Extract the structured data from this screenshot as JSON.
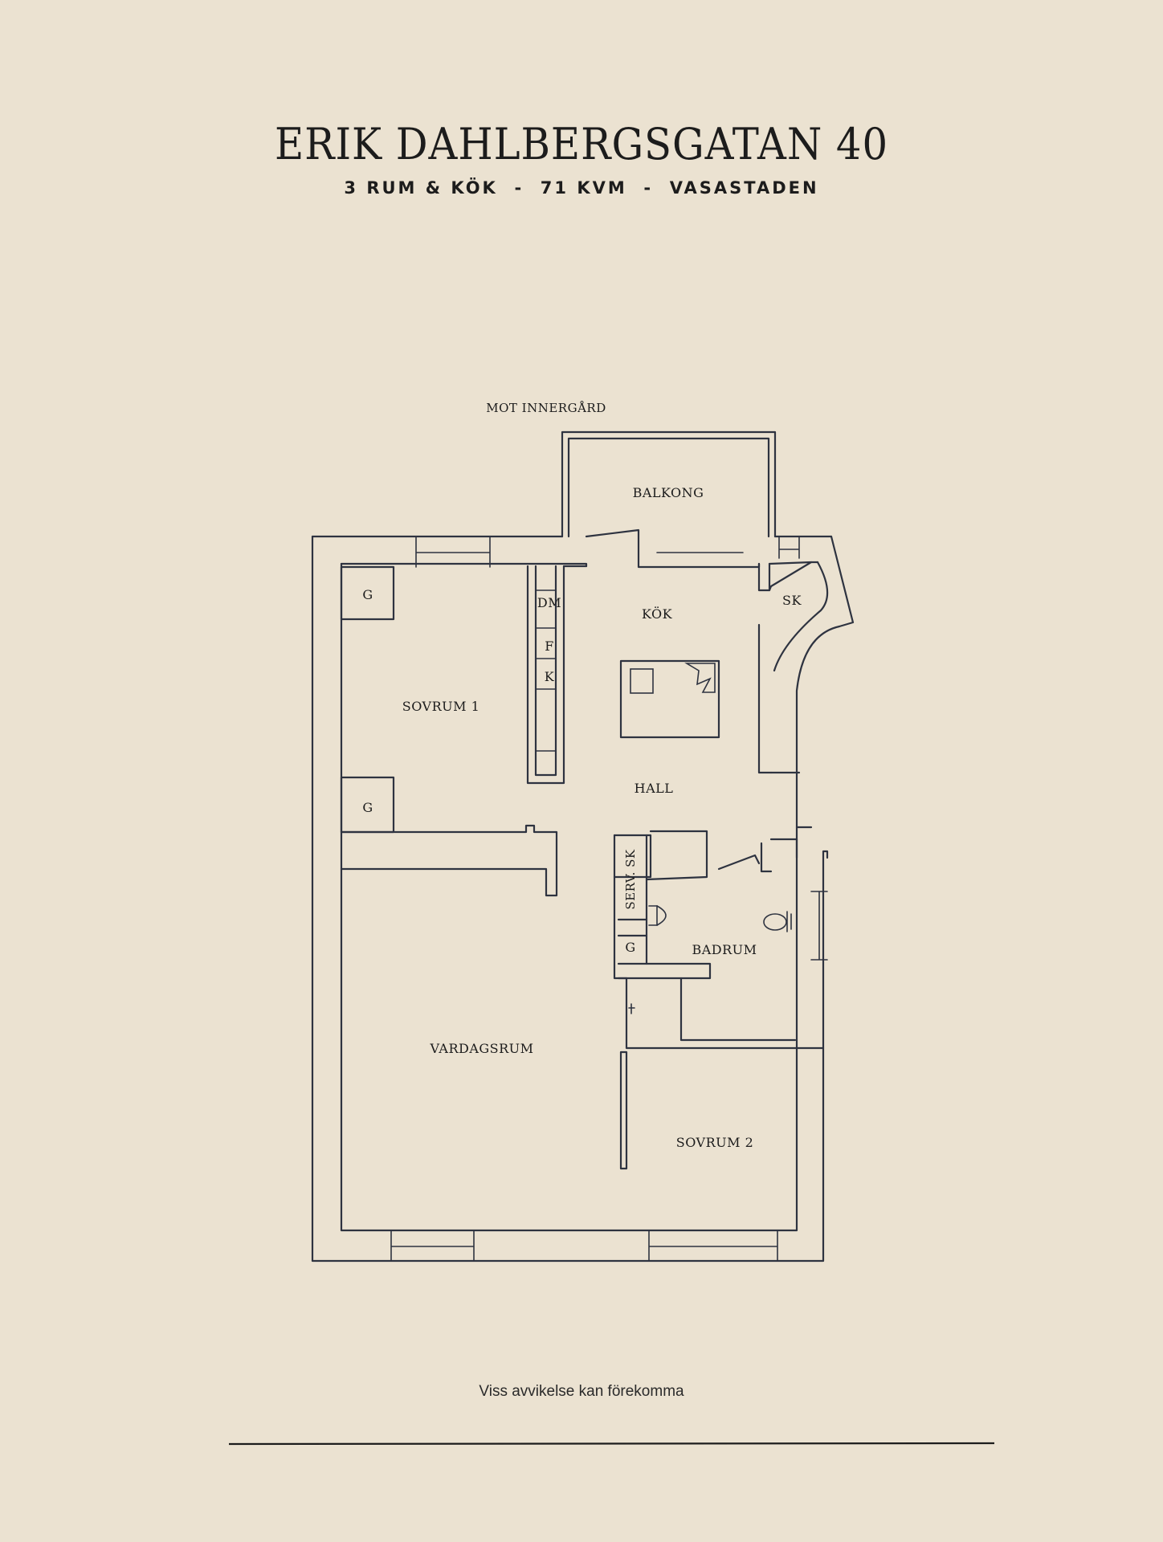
{
  "header": {
    "title": "ERIK DAHLBERGSGATAN 40",
    "subtitle": "3 RUM & KÖK  -  71 KVM  -  VASASTADEN"
  },
  "plan": {
    "orientation_label": "MOT INNERGÅRD",
    "rooms": {
      "balkong": "BALKONG",
      "kok": "KÖK",
      "sk": "SK",
      "dm": "DM",
      "f": "F",
      "k": "K",
      "sovrum1": "SOVRUM 1",
      "g1": "G",
      "g2": "G",
      "hall": "HALL",
      "serv_sk": "SERV. SK",
      "g3": "G",
      "badrum": "BADRUM",
      "vardagsrum": "VARDAGSRUM",
      "sovrum2": "SOVRUM 2"
    }
  },
  "footer": {
    "note": "Viss avvikelse kan förekomma"
  }
}
